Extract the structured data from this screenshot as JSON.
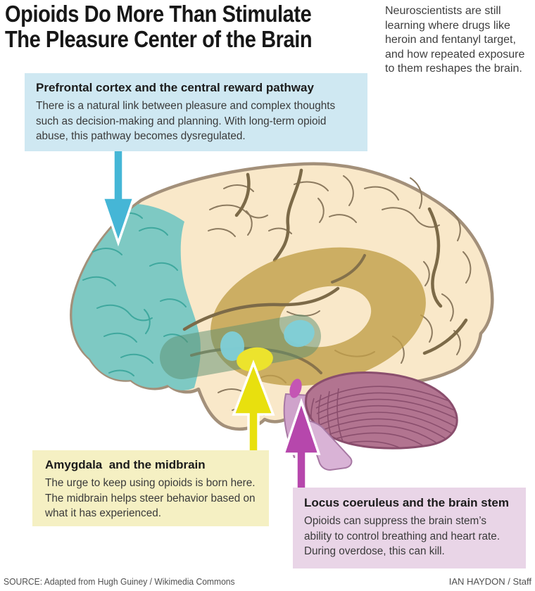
{
  "title": {
    "line1": "Opioids Do More Than Stimulate",
    "line2": "The Pleasure Center of the Brain"
  },
  "intro": {
    "text": "Neuroscientists are still learning where drugs like heroin and fentanyl target, and how repeated exposure to them reshapes the brain."
  },
  "callouts": {
    "prefrontal": {
      "heading": "Prefrontal cortex and the central reward pathway",
      "body": "There is a natural link between pleasure and complex thoughts such as decision-making and planning. With long-term opioid abuse, this pathway becomes dysregulated.",
      "box_bg": "#cfe8f2",
      "arrow_color": "#45b6d6"
    },
    "amygdala": {
      "heading": "Amygdala  and the midbrain",
      "body": "The urge to keep using opioids is born here. The midbrain helps steer behavior based on what it has experienced.",
      "box_bg": "#f5f0c3",
      "arrow_color": "#e8e00e"
    },
    "locus_coeruleus": {
      "heading": "Locus coeruleus and the brain stem",
      "body": "Opioids can suppress the brain stem’s ability to control breathing and heart rate. During overdose, this can kill.",
      "box_bg": "#e9d5e7",
      "arrow_color": "#b647ac"
    }
  },
  "brain": {
    "palette": {
      "cerebrum_fill": "#f9e8c9",
      "cerebrum_outline": "#a3907a",
      "sulci": "#8c7a5f",
      "sulci_dark": "#7c6a48",
      "prefrontal_region": "#7ec9c3",
      "prefrontal_sulci": "#3fa89e",
      "reward_ring": "#c19f4a",
      "pathway_band": "#5d9070",
      "nucleus_blob": "#7ecfd8",
      "amygdala_region": "#ece32d",
      "cerebellum_fill": "#b27490",
      "cerebellum_lines": "#8a4e6d",
      "brain_stem": "#d9b3d6",
      "brain_stem2": "#cfa3cb",
      "brain_stem_outline": "#a778a3",
      "locus_region": "#c455b4"
    }
  },
  "footer": {
    "source": "SOURCE: Adapted from Hugh Guiney / Wikimedia Commons",
    "credit": "IAN HAYDON / Staff"
  }
}
